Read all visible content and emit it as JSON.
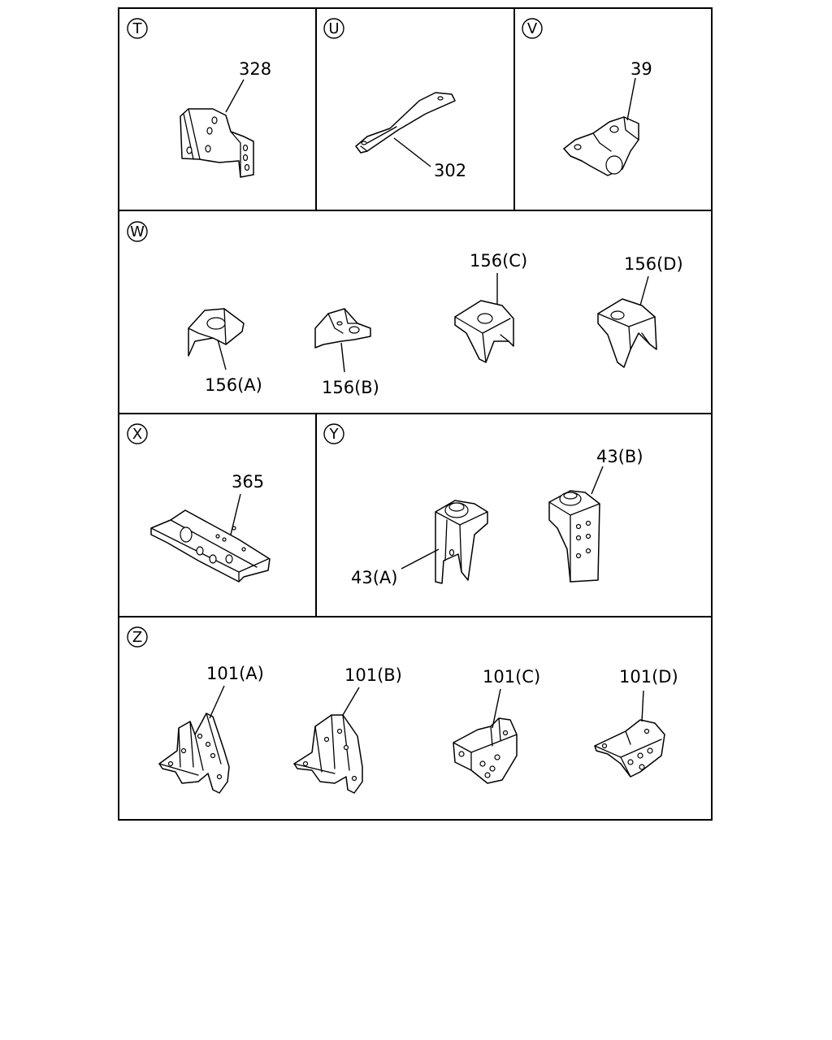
{
  "sections": {
    "T": "T",
    "U": "U",
    "V": "V",
    "W": "W",
    "X": "X",
    "Y": "Y",
    "Z": "Z"
  },
  "labels": {
    "p328": "328",
    "p302": "302",
    "p39": "39",
    "p156a": "156(A)",
    "p156b": "156(B)",
    "p156c": "156(C)",
    "p156d": "156(D)",
    "p365": "365",
    "p43a": "43(A)",
    "p43b": "43(B)",
    "p101a": "101(A)",
    "p101b": "101(B)",
    "p101c": "101(C)",
    "p101d": "101(D)"
  }
}
